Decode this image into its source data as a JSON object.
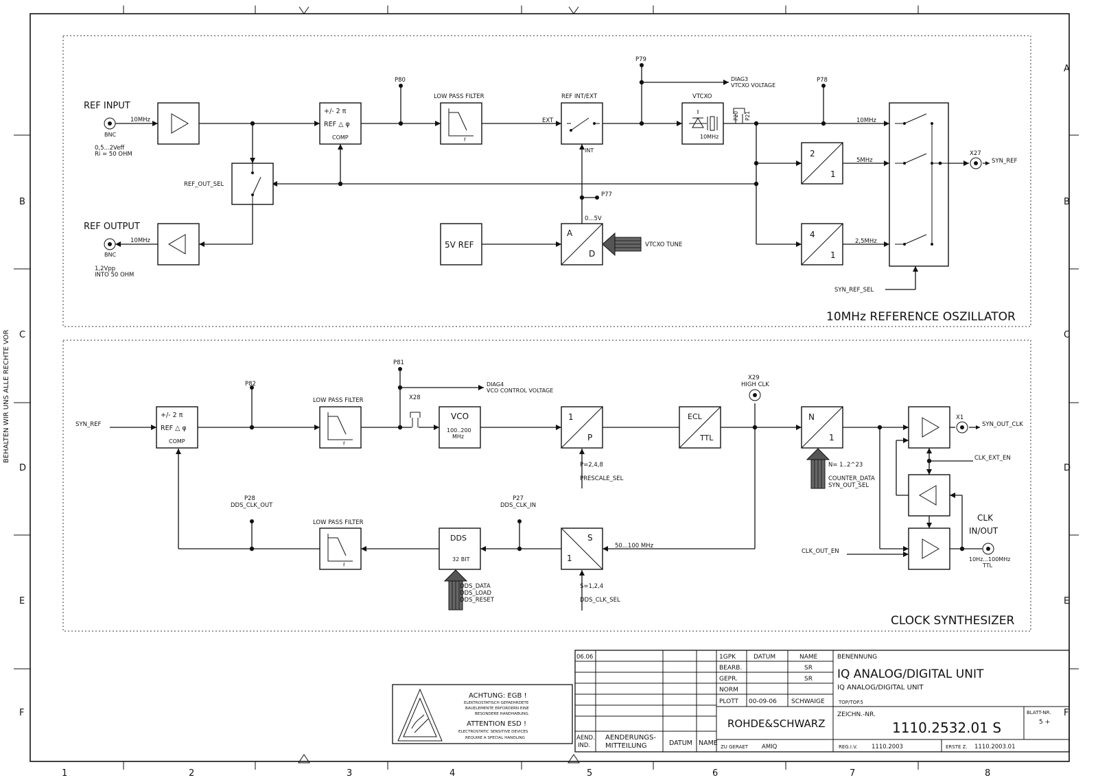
{
  "vertical_note": "BEHALTEN WIR UNS ALLE RECHTE VOR",
  "grid": {
    "columns": [
      "1",
      "2",
      "3",
      "4",
      "5",
      "6",
      "7",
      "8"
    ],
    "rows": [
      "A",
      "B",
      "C",
      "D",
      "E",
      "F"
    ]
  },
  "ref_section": {
    "title": "10MHz REFERENCE OSZILLATOR",
    "ref_input": "REF INPUT",
    "bnc": "BNC",
    "input_spec1": "0,5...2Veff",
    "input_spec2": "Ri = 50 OHM",
    "ref_output": "REF OUTPUT",
    "output_spec1": "1,2Vpp",
    "output_spec2": "INTO 50 OHM",
    "f_10mhz": "10MHz",
    "pll_label1": "+/- 2 π",
    "pll_label2": "REF △ φ",
    "pll_label3": "COMP",
    "ref_out_sel": "REF_OUT_SEL",
    "p80": "P80",
    "lpf": "LOW PASS FILTER",
    "f": "f",
    "ref_int_ext": "REF INT/EXT",
    "ext": "EXT",
    "int": "INT",
    "p79": "P79",
    "diag3a": "DIAG3",
    "diag3b": "VTCXO VOLTAGE",
    "vtcxo": "VTCXO",
    "vtcxo_freq": "10MHz",
    "p20": "P20",
    "p21": "P21",
    "p78": "P78",
    "p77": "P77",
    "v0_5": "0...5V",
    "ref5v": "5V REF",
    "adc_a": "A",
    "adc_d": "D",
    "vtcxo_tune": "VTCXO TUNE",
    "div2_top": "2",
    "div2_bot": "1",
    "div4_top": "4",
    "div4_bot": "1",
    "f_5mhz": "5MHz",
    "f_25mhz": "2,5MHz",
    "x27": "X27",
    "syn_ref": "SYN_REF",
    "syn_ref_sel": "SYN_REF_SEL"
  },
  "clk_section": {
    "title": "CLOCK SYNTHESIZER",
    "syn_ref": "SYN_REF",
    "pll_label1": "+/- 2 π",
    "pll_label2": "REF △ φ",
    "pll_label3": "COMP",
    "p82": "P82",
    "lpf": "LOW PASS FILTER",
    "f": "f",
    "p81": "P81",
    "diag4a": "DIAG4",
    "diag4b": "VCO CONTROL VOLTAGE",
    "x28": "X28",
    "vco": "VCO",
    "vco_range1": "100..200",
    "vco_range2": "MHz",
    "p_top": "1",
    "p_bot": "P",
    "p_values": "P=2,4,8",
    "prescale_sel": "PRESCALE_SEL",
    "ecl": "ECL",
    "ttl": "TTL",
    "x29": "X29",
    "high_clk": "HIGH CLK",
    "n_top": "N",
    "n_bot": "1",
    "n_values": "N= 1..2^23",
    "counter_data": "COUNTER_DATA",
    "syn_out_sel": "SYN_OUT_SEL",
    "x1": "X1",
    "syn_out_clk": "SYN_OUT_CLK",
    "clk_ext_en": "CLK_EXT_EN",
    "clk_inout1": "CLK",
    "clk_inout2": "IN/OUT",
    "clk_out_en": "CLK_OUT_EN",
    "clk_range": "10Hz...100MHz",
    "ttl2": "TTL",
    "p28": "P28",
    "dds_clk_out": "DDS_CLK_OUT",
    "lpf2": "LOW PASS FILTER",
    "dds": "DDS",
    "dds_bits": "32 BIT",
    "p27": "P27",
    "dds_clk_in": "DDS_CLK_IN",
    "s_top": "S",
    "s_bot": "1",
    "s_range": "50...100 MHz",
    "s_values": "S=1,2,4",
    "dds_clk_sel": "DDS_CLK_SEL",
    "dds_data": "DDS_DATA",
    "dds_load": "DDS_LOAD",
    "dds_reset": "DDS_RESET"
  },
  "esd": {
    "line1": "ACHTUNG: EGB   !",
    "line2": "ELEKTROSTATISCH GEFAEHRDETE",
    "line3": "BAUELEMENTE ERFORDERN EINE",
    "line4": "BESONDERE HANDHABUNG.",
    "line5": "ATTENTION ESD   !",
    "line6": "ELECTROSTATIC SENSITIVE DEVICES",
    "line7": "REQUIRE A SPECIAL HANDLING"
  },
  "title_block": {
    "rev_date": "06.06",
    "aend": "AEND.",
    "ind": "IND.",
    "aenderungs": "AENDERUNGS-",
    "mitteilung": "MITTEILUNG",
    "datum_col": "DATUM",
    "name_col": "NAME",
    "h_1gpk": "1GPK",
    "h_datum": "DATUM",
    "h_name": "NAME",
    "bearb": "BEARB.",
    "bearb_name": "SR",
    "gepr": "GEPR.",
    "gepr_name": "SR",
    "norm": "NORM",
    "plott": "PLOTT",
    "plott_date": "00-09-06",
    "plott_name": "SCHWAIGE",
    "company": "ROHDE&SCHWARZ",
    "zu_geraet": "ZU GERAET",
    "zu_geraet_val": "AMIQ",
    "benennung": "BENENNUNG",
    "title_big": "IQ ANALOG/DIGITAL UNIT",
    "title_small": "IQ ANALOG/DIGITAL UNIT",
    "top": "TOP/TOP.5",
    "zeichn_nr": "ZEICHN.-NR.",
    "drawing_no": "1110.2532.01 S",
    "blatt_nr": "BLATT-NR.",
    "blatt_val": "5 +",
    "reg": "REG.I.V.",
    "reg_val": "1110.2003",
    "erste": "ERSTE Z.",
    "erste_val": "1110.2003.01"
  }
}
